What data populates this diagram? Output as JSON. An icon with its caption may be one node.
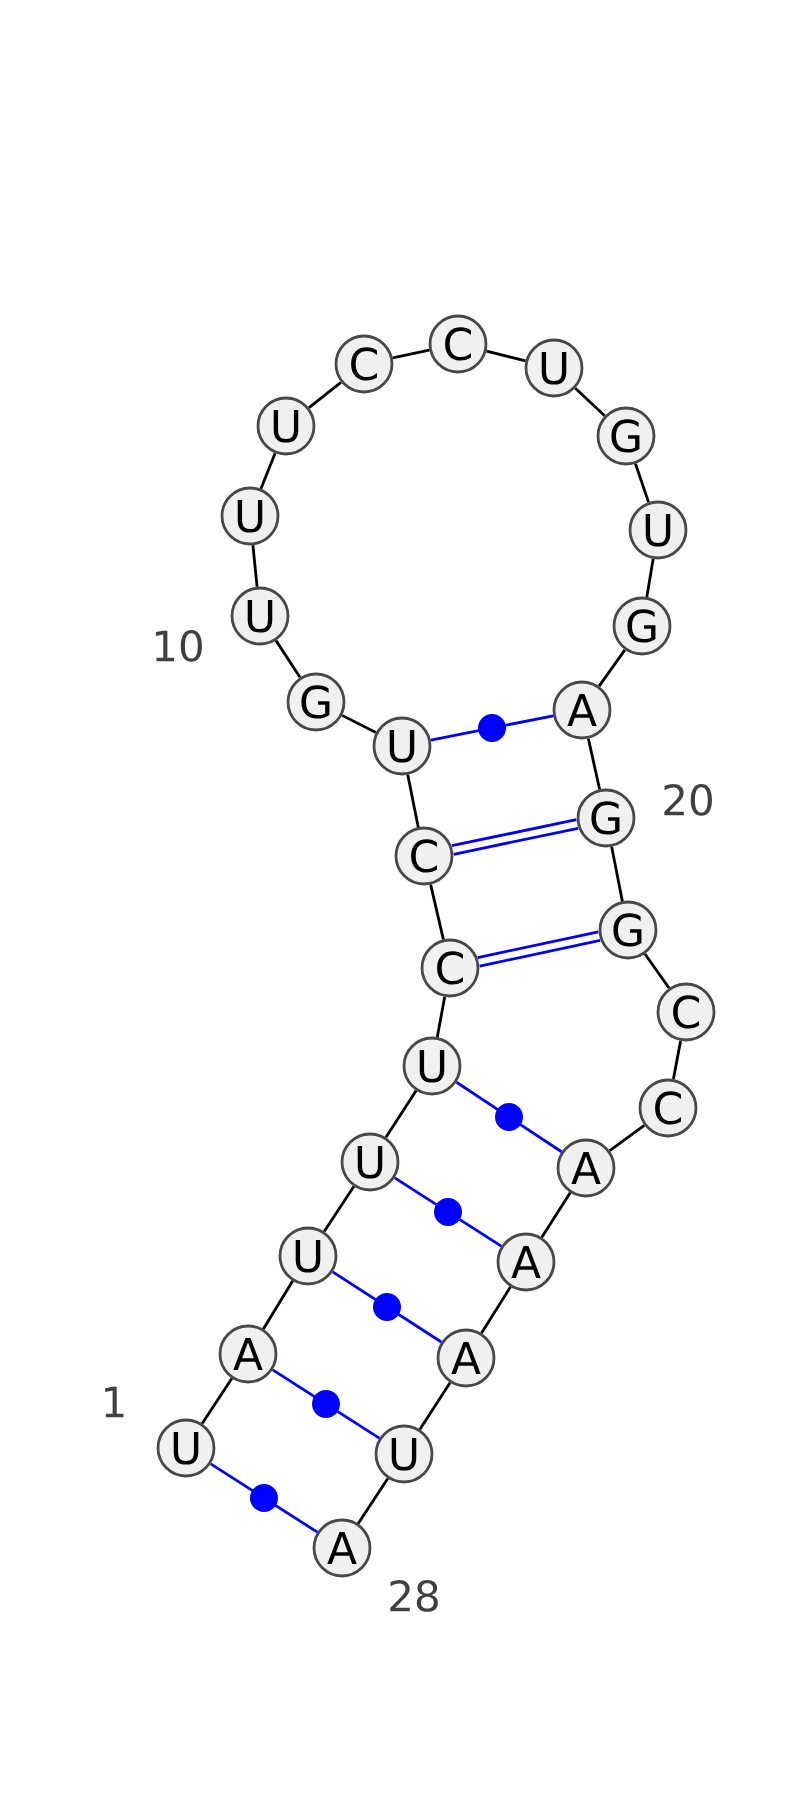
{
  "diagram": {
    "nodes": [
      {
        "text": [
          "U"
        ],
        "beside": [
          "1"
        ]
      },
      {
        "text": [
          "A"
        ]
      },
      {
        "text": [
          "U"
        ]
      },
      {
        "text": [
          "U"
        ]
      },
      {
        "text": [
          "U"
        ]
      },
      {
        "text": [
          "C"
        ]
      },
      {
        "text": [
          "C"
        ]
      },
      {
        "text": [
          "U"
        ]
      },
      {
        "text": [
          "G"
        ]
      },
      {
        "text": [
          "U"
        ],
        "beside": [
          "10"
        ]
      },
      {
        "text": [
          "U"
        ]
      },
      {
        "text": [
          "U"
        ]
      },
      {
        "text": [
          "C"
        ]
      },
      {
        "text": [
          "C"
        ]
      },
      {
        "text": [
          "U"
        ]
      },
      {
        "text": [
          "G"
        ]
      },
      {
        "text": [
          "U"
        ]
      },
      {
        "text": [
          "G"
        ]
      },
      {
        "text": [
          "A"
        ]
      },
      {
        "text": [
          "G"
        ],
        "beside": [
          "20"
        ]
      },
      {
        "text": [
          "G"
        ]
      },
      {
        "text": [
          "C"
        ]
      },
      {
        "text": [
          "C"
        ]
      },
      {
        "text": [
          "A"
        ]
      },
      {
        "text": [
          "A"
        ]
      },
      {
        "text": [
          "A"
        ]
      },
      {
        "text": [
          "U"
        ]
      },
      {
        "text": [
          "A"
        ],
        "beside": [
          "28"
        ]
      }
    ],
    "edges": [
      {
        "from": 0,
        "to": 1,
        "arrow": "none"
      },
      {
        "from": 1,
        "to": 2,
        "arrow": "none"
      },
      {
        "from": 2,
        "to": 3,
        "arrow": "none"
      },
      {
        "from": 3,
        "to": 4,
        "arrow": "none"
      },
      {
        "from": 4,
        "to": 5,
        "arrow": "none"
      },
      {
        "from": 5,
        "to": 6,
        "arrow": "none"
      },
      {
        "from": 6,
        "to": 7,
        "arrow": "none"
      },
      {
        "from": 7,
        "to": 8,
        "arrow": "none"
      },
      {
        "from": 8,
        "to": 9,
        "arrow": "none"
      },
      {
        "from": 9,
        "to": 10,
        "arrow": "none"
      },
      {
        "from": 10,
        "to": 11,
        "arrow": "none"
      },
      {
        "from": 11,
        "to": 12,
        "arrow": "none"
      },
      {
        "from": 12,
        "to": 13,
        "arrow": "none"
      },
      {
        "from": 13,
        "to": 14,
        "arrow": "none"
      },
      {
        "from": 14,
        "to": 15,
        "arrow": "none"
      },
      {
        "from": 15,
        "to": 16,
        "arrow": "none"
      },
      {
        "from": 16,
        "to": 17,
        "arrow": "none"
      },
      {
        "from": 17,
        "to": 18,
        "arrow": "none"
      },
      {
        "from": 18,
        "to": 19,
        "arrow": "none"
      },
      {
        "from": 19,
        "to": 20,
        "arrow": "none"
      },
      {
        "from": 20,
        "to": 21,
        "arrow": "none"
      },
      {
        "from": 21,
        "to": 22,
        "arrow": "none"
      },
      {
        "from": 22,
        "to": 23,
        "arrow": "none"
      },
      {
        "from": 23,
        "to": 24,
        "arrow": "none"
      },
      {
        "from": 24,
        "to": 25,
        "arrow": "none"
      },
      {
        "from": 25,
        "to": 26,
        "arrow": "none"
      },
      {
        "from": 26,
        "to": 27,
        "arrow": "none"
      },
      {
        "from": 0,
        "to": 27,
        "arrow": "none",
        "color": "#0000ff"
      },
      {
        "from": 1,
        "to": 26,
        "arrow": "none",
        "color": "#0000ff"
      },
      {
        "from": 2,
        "to": 25,
        "arrow": "none",
        "color": "#0000ff"
      },
      {
        "from": 3,
        "to": 24,
        "arrow": "none",
        "color": "#0000ff"
      },
      {
        "from": 4,
        "to": 23,
        "arrow": "none",
        "color": "#0000ff"
      },
      {
        "from": 5,
        "to": 20,
        "arrow": "none",
        "style": "thick",
        "color": "#0000ff"
      },
      {
        "from": 6,
        "to": 19,
        "arrow": "none",
        "style": "thick",
        "color": "#0000ff"
      },
      {
        "from": 7,
        "to": 18,
        "arrow": "none",
        "color": "#0000ff"
      }
    ]
  }
}
